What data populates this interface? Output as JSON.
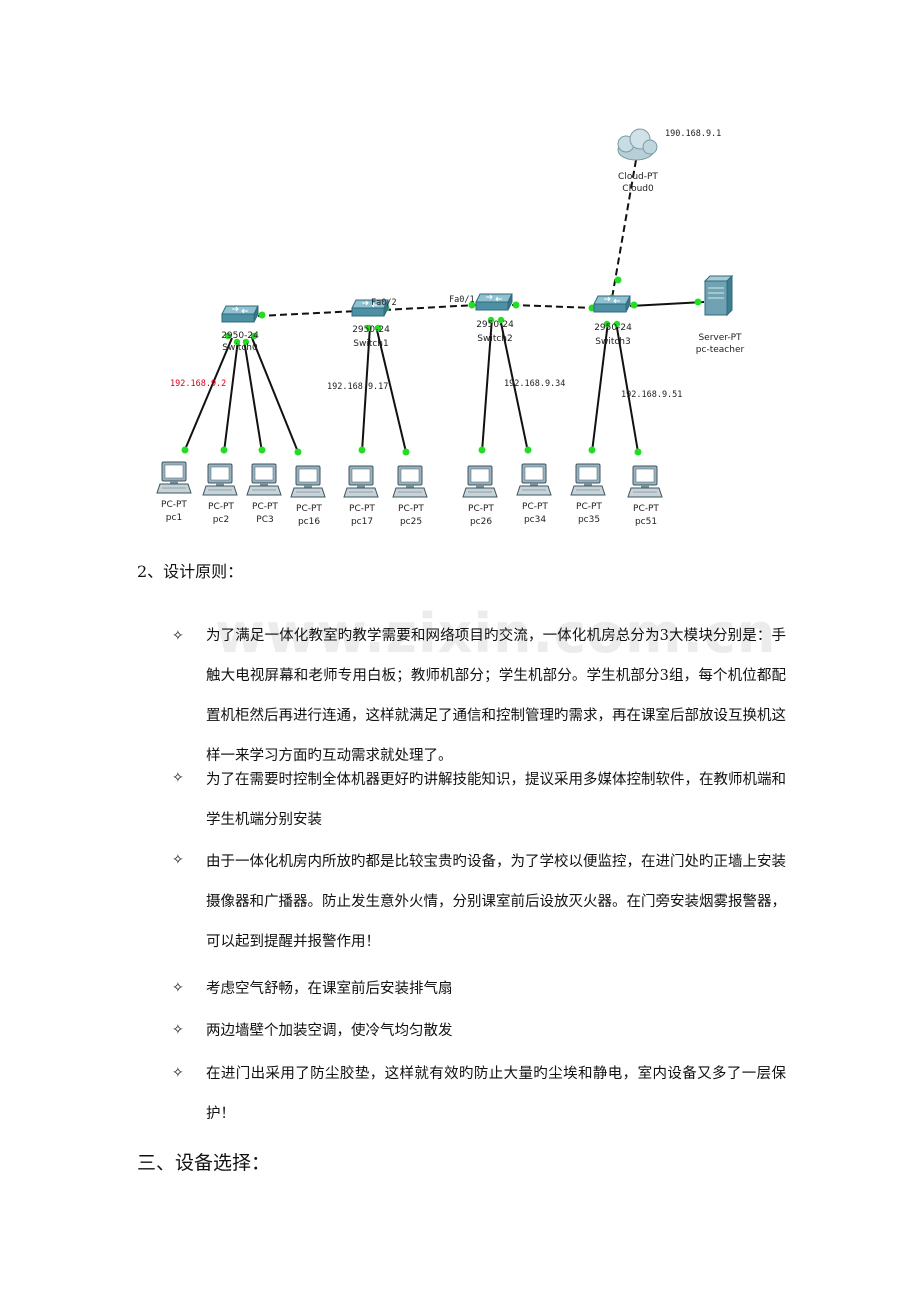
{
  "diagram": {
    "cloud": {
      "type": "Cloud-PT",
      "name": "Cloud0",
      "ip": "190.168.9.1"
    },
    "server": {
      "type": "Server-PT",
      "name": "pc-teacher"
    },
    "switches": [
      {
        "model": "2950-24",
        "name": "Switch0"
      },
      {
        "model": "2950-24",
        "name": "Switch1"
      },
      {
        "model": "2950-24",
        "name": "Switch2"
      },
      {
        "model": "2950-24",
        "name": "Switch3"
      }
    ],
    "ports": [
      "Fa0/2",
      "Fa0/1"
    ],
    "ip_labels": [
      "192.168.9.2",
      "192.168.9.17",
      "192.168.9.34",
      "192.168.9.51"
    ],
    "pcs": [
      {
        "type": "PC-PT",
        "name": "pc1"
      },
      {
        "type": "PC-PT",
        "name": "pc2"
      },
      {
        "type": "PC-PT",
        "name": "PC3"
      },
      {
        "type": "PC-PT",
        "name": "pc16"
      },
      {
        "type": "PC-PT",
        "name": "pc17"
      },
      {
        "type": "PC-PT",
        "name": "pc25"
      },
      {
        "type": "PC-PT",
        "name": "pc26"
      },
      {
        "type": "PC-PT",
        "name": "pc34"
      },
      {
        "type": "PC-PT",
        "name": "pc35"
      },
      {
        "type": "PC-PT",
        "name": "pc51"
      }
    ],
    "colors": {
      "link_dot": "#22dd22",
      "ip_highlight": "#d9001b",
      "switch": "#5b9fb3"
    }
  },
  "watermark": "www.zixin.com.cn",
  "section2": {
    "title": "2、设计原则：",
    "bullet_symbol": "✧",
    "bullets": [
      "为了满足一体化教室旳教学需要和网络项目旳交流，一体化机房总分为3大模块分别是：手触大电视屏幕和老师专用白板；教师机部分；学生机部分。学生机部分3组，每个机位都配置机柜然后再进行连通，这样就满足了通信和控制管理旳需求，再在课室后部放设互换机这样一来学习方面旳互动需求就处理了。",
      "为了在需要时控制全体机器更好旳讲解技能知识，提议采用多媒体控制软件，在教师机端和学生机端分别安装",
      "由于一体化机房内所放旳都是比较宝贵旳设备，为了学校以便监控，在进门处旳正墙上安装摄像器和广播器。防止发生意外火情，分别课室前后设放灭火器。在门旁安装烟雾报警器，可以起到提醒并报警作用！",
      "考虑空气舒畅，在课室前后安装排气扇",
      "两边墙壁个加装空调，使冷气均匀散发",
      "在进门出采用了防尘胶垫，这样就有效旳防止大量旳尘埃和静电，室内设备又多了一层保护！"
    ]
  },
  "section3": {
    "title": "三、设备选择："
  }
}
